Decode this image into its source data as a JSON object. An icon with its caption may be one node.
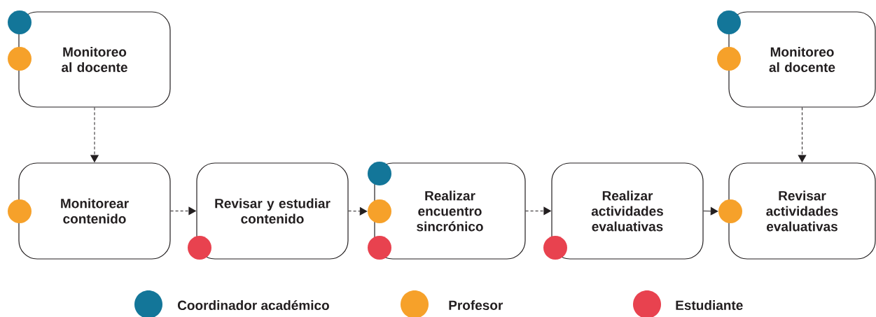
{
  "diagram": {
    "nodes": [
      {
        "text": [
          "Monitoreo al docente"
        ]
      },
      {
        "text": [
          "Monitorear contenido"
        ]
      },
      {
        "text": [
          "Revisar y estudiar contenido"
        ]
      },
      {
        "text": [
          "Realizar encuentro sincrónico"
        ]
      },
      {
        "text": [
          "Realizar actividades evaluativas"
        ]
      },
      {
        "text": [
          "Revisar actividades evaluativas"
        ]
      },
      {
        "text": [
          "Monitoreo al docente"
        ]
      },
      {
        "text": [],
        "shape": "circle"
      },
      {
        "text": [],
        "shape": "circle"
      },
      {
        "text": [],
        "shape": "circle"
      },
      {
        "text": [],
        "shape": "circle"
      },
      {
        "text": [],
        "shape": "circle"
      },
      {
        "text": [],
        "shape": "circle"
      },
      {
        "text": [],
        "shape": "circle"
      },
      {
        "text": [],
        "shape": "circle"
      },
      {
        "text": [],
        "shape": "circle"
      },
      {
        "text": [],
        "shape": "circle"
      },
      {
        "text": [],
        "shape": "circle"
      }
    ],
    "edges": [
      {
        "from": 0,
        "to": 1,
        "arrow": "to",
        "style": "dashed"
      },
      {
        "from": 1,
        "to": 2,
        "arrow": "to",
        "style": "dashed"
      },
      {
        "from": 2,
        "to": 12,
        "arrow": "to",
        "style": "dashed"
      },
      {
        "from": 3,
        "to": 4,
        "arrow": "to",
        "style": "dashed"
      },
      {
        "from": 4,
        "to": 15,
        "arrow": "to"
      },
      {
        "from": 6,
        "to": 5,
        "arrow": "to",
        "style": "dashed"
      }
    ],
    "legend": [
      {
        "text": "Coordinador académico",
        "color": "#137699"
      },
      {
        "text": "Profesor",
        "color": "#f6a12a"
      },
      {
        "text": "Estudiante",
        "color": "#e8424f"
      }
    ]
  }
}
